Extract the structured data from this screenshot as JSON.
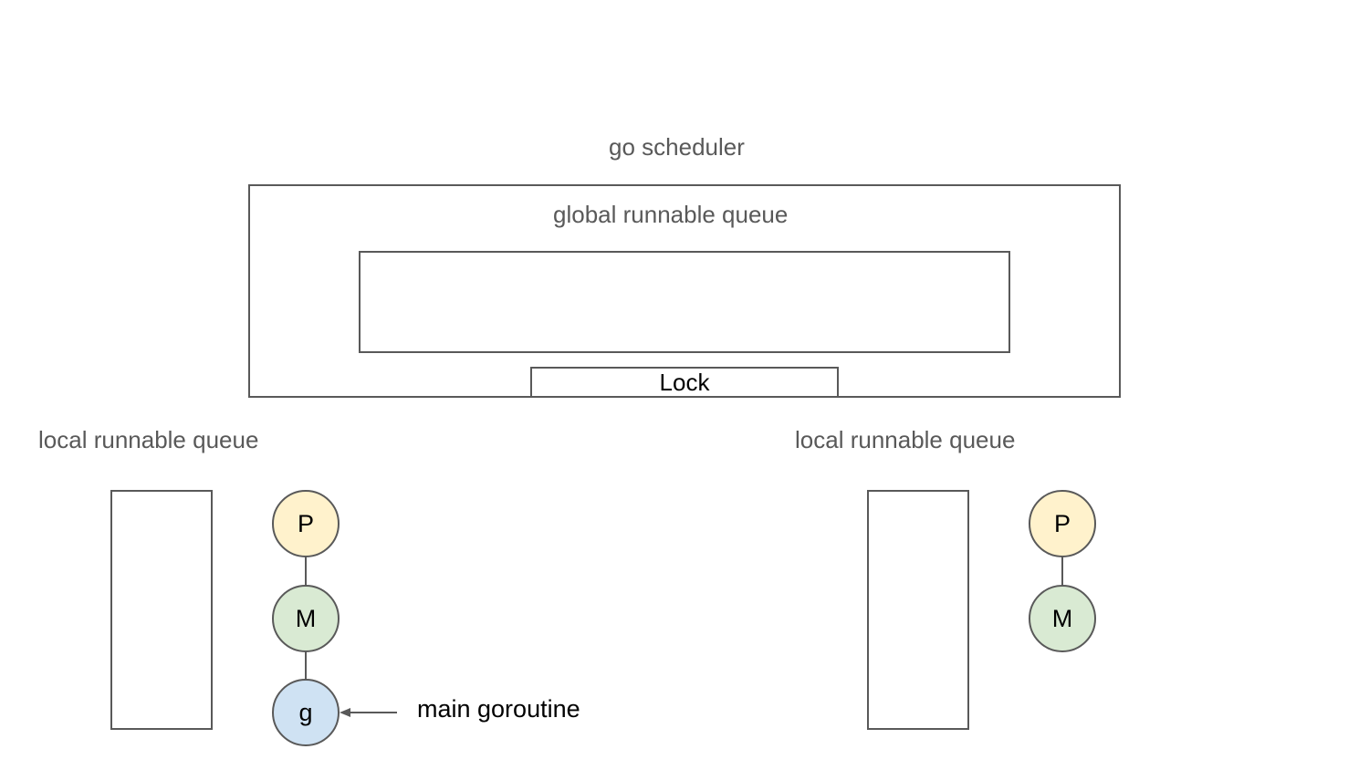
{
  "diagram": {
    "title": "go scheduler",
    "global_queue": {
      "label": "global runnable queue",
      "lock_label": "Lock"
    },
    "processors": [
      {
        "queue_label": "local runnable queue",
        "p_label": "P",
        "m_label": "M",
        "g_label": "g",
        "g_annotation": "main goroutine"
      },
      {
        "queue_label": "local runnable queue",
        "p_label": "P",
        "m_label": "M"
      }
    ]
  },
  "colors": {
    "text_gray": "#595959",
    "stroke": "#595959",
    "p_fill": "#fff2cc",
    "m_fill": "#d9ead3",
    "g_fill": "#cfe2f3"
  }
}
